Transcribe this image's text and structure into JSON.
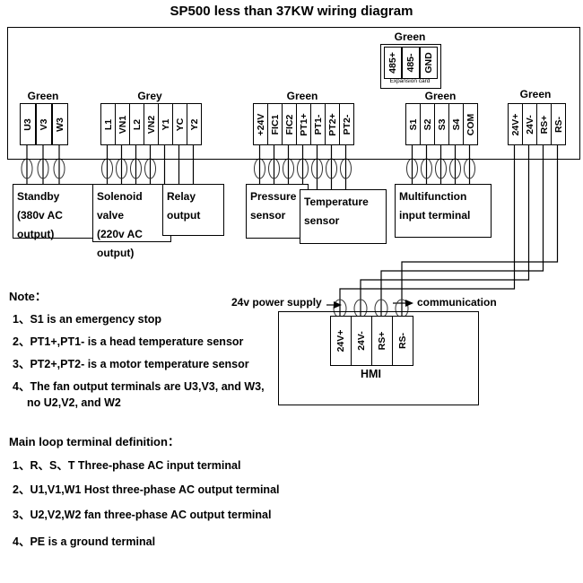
{
  "title": "SP500 less than 37KW wiring diagram",
  "expansion_card": {
    "color": "Green",
    "terminals": [
      "485+",
      "485-",
      "GND"
    ],
    "caption": "Expansion card"
  },
  "terminal_groups": [
    {
      "color": "Green",
      "terminals": [
        "U3",
        "V3",
        "W3"
      ]
    },
    {
      "color": "Grey",
      "terminals": [
        "L1",
        "VN1",
        "L2",
        "VN2",
        "Y1",
        "YC",
        "Y2"
      ]
    },
    {
      "color": "Green",
      "terminals": [
        "+24V",
        "FIC1",
        "FIC2",
        "PT1+",
        "PT1-",
        "PT2+",
        "PT2-"
      ]
    },
    {
      "color": "Green",
      "terminals": [
        "S1",
        "S2",
        "S3",
        "S4",
        "COM"
      ]
    },
    {
      "color": "Green",
      "terminals": [
        "24V+",
        "24V-",
        "RS+",
        "RS-"
      ]
    }
  ],
  "component_boxes": {
    "standby": "Standby\n(380v AC\noutput)",
    "solenoid": "Solenoid\nvalve\n(220v AC\noutput)",
    "relay": "Relay\noutput",
    "pressure": "Pressure\nsensor",
    "temperature": "Temperature\nsensor",
    "multifunction": "Multifunction\ninput terminal"
  },
  "hmi": {
    "terminals": [
      "24V+",
      "24V-",
      "RS+",
      "RS-"
    ],
    "label": "HMI",
    "power_label": "24v power supply",
    "comm_label": "communication"
  },
  "notes": {
    "heading": "Note：",
    "items": [
      "1、S1 is an emergency stop",
      "2、PT1+,PT1- is a head temperature sensor",
      "3、PT2+,PT2- is a motor temperature sensor",
      "4、The fan output terminals are U3,V3, and W3,",
      "no U2,V2, and W2"
    ]
  },
  "main_loop": {
    "heading": "Main loop terminal definition：",
    "items": [
      "1、R、S、T Three-phase AC input terminal",
      "2、U1,V1,W1 Host three-phase AC output terminal",
      "3、U2,V2,W2 fan three-phase AC output terminal",
      "4、PE is a ground terminal"
    ]
  }
}
